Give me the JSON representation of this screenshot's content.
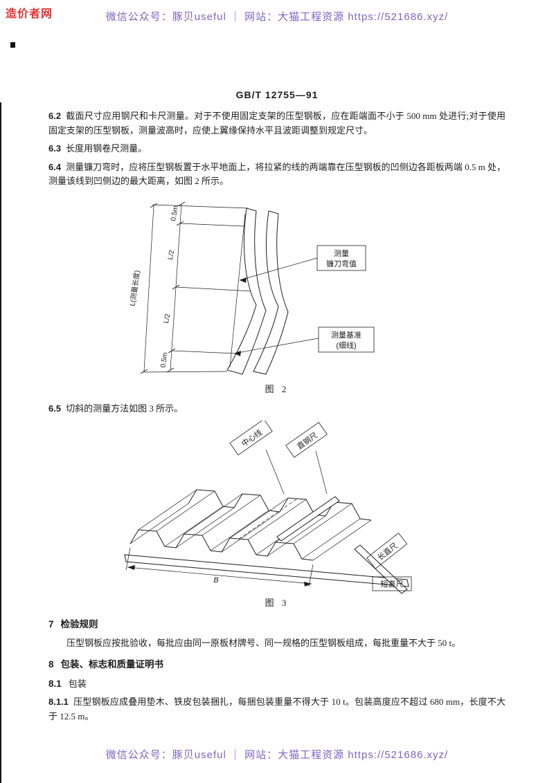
{
  "page": {
    "watermark": "造价者网",
    "banner_top": "微信公众号：豚贝useful ｜ 网站：大猫工程资源 https://521686.xyz/",
    "banner_bottom": "微信公众号：豚贝useful ｜ 网站：大猫工程资源 https://521686.xyz/",
    "standard_number": "GB/T 12755—91"
  },
  "clauses": {
    "c62": {
      "num": "6.2",
      "text": "截面尺寸应用钢尺和卡尺测量。对于不使用固定支架的压型钢板，应在距端面不小于 500 mm 处进行;对于使用固定支架的压型钢板，测量波高时，应使上翼缘保持水平且波距调整到规定尺寸。"
    },
    "c63": {
      "num": "6.3",
      "text": "长度用钢卷尺测量。"
    },
    "c64": {
      "num": "6.4",
      "text": "测量镰刀弯时，应将压型钢板置于水平地面上，将拉紧的线的两端靠在压型钢板的凹侧边各距板两端 0.5 m 处，测量该线到凹侧边的最大距离，如图 2 所示。"
    },
    "c65": {
      "num": "6.5",
      "text": "切斜的测量方法如图 3 所示。"
    }
  },
  "figure2": {
    "caption": "图 2",
    "labels": {
      "dim_top": "0.5m",
      "dim_l2a": "L/2",
      "dim_l2b": "L/2",
      "dim_bottom": "0.5m",
      "dim_total": "L(测量长度)",
      "callout1_line1": "测量",
      "callout1_line2": "镰刀弯值",
      "callout2_line1": "测量基准",
      "callout2_line2": "(细线)"
    }
  },
  "figure3": {
    "caption": "图 3",
    "labels": {
      "centerline": "中心线",
      "straight_steel_rule": "直钢尺",
      "width_dim": "B",
      "long_rule": "长直尺",
      "short_rule": "短直尺"
    }
  },
  "sections": {
    "s7": {
      "num": "7",
      "title": "检验规则",
      "para": "压型钢板应按批验收，每批应由同一原板材牌号、同一规格的压型钢板组成，每批重量不大于 50 t。"
    },
    "s8": {
      "num": "8",
      "title": "包装、标志和质量证明书"
    },
    "s81": {
      "num": "8.1",
      "title": "包装"
    },
    "s811": {
      "num": "8.1.1",
      "text": "压型钢板应成叠用垫木、铁皮包装捆扎，每捆包装重量不得大于 10 t。包装高度应不超过 680 mm，长度不大于 12.5 m。"
    }
  }
}
